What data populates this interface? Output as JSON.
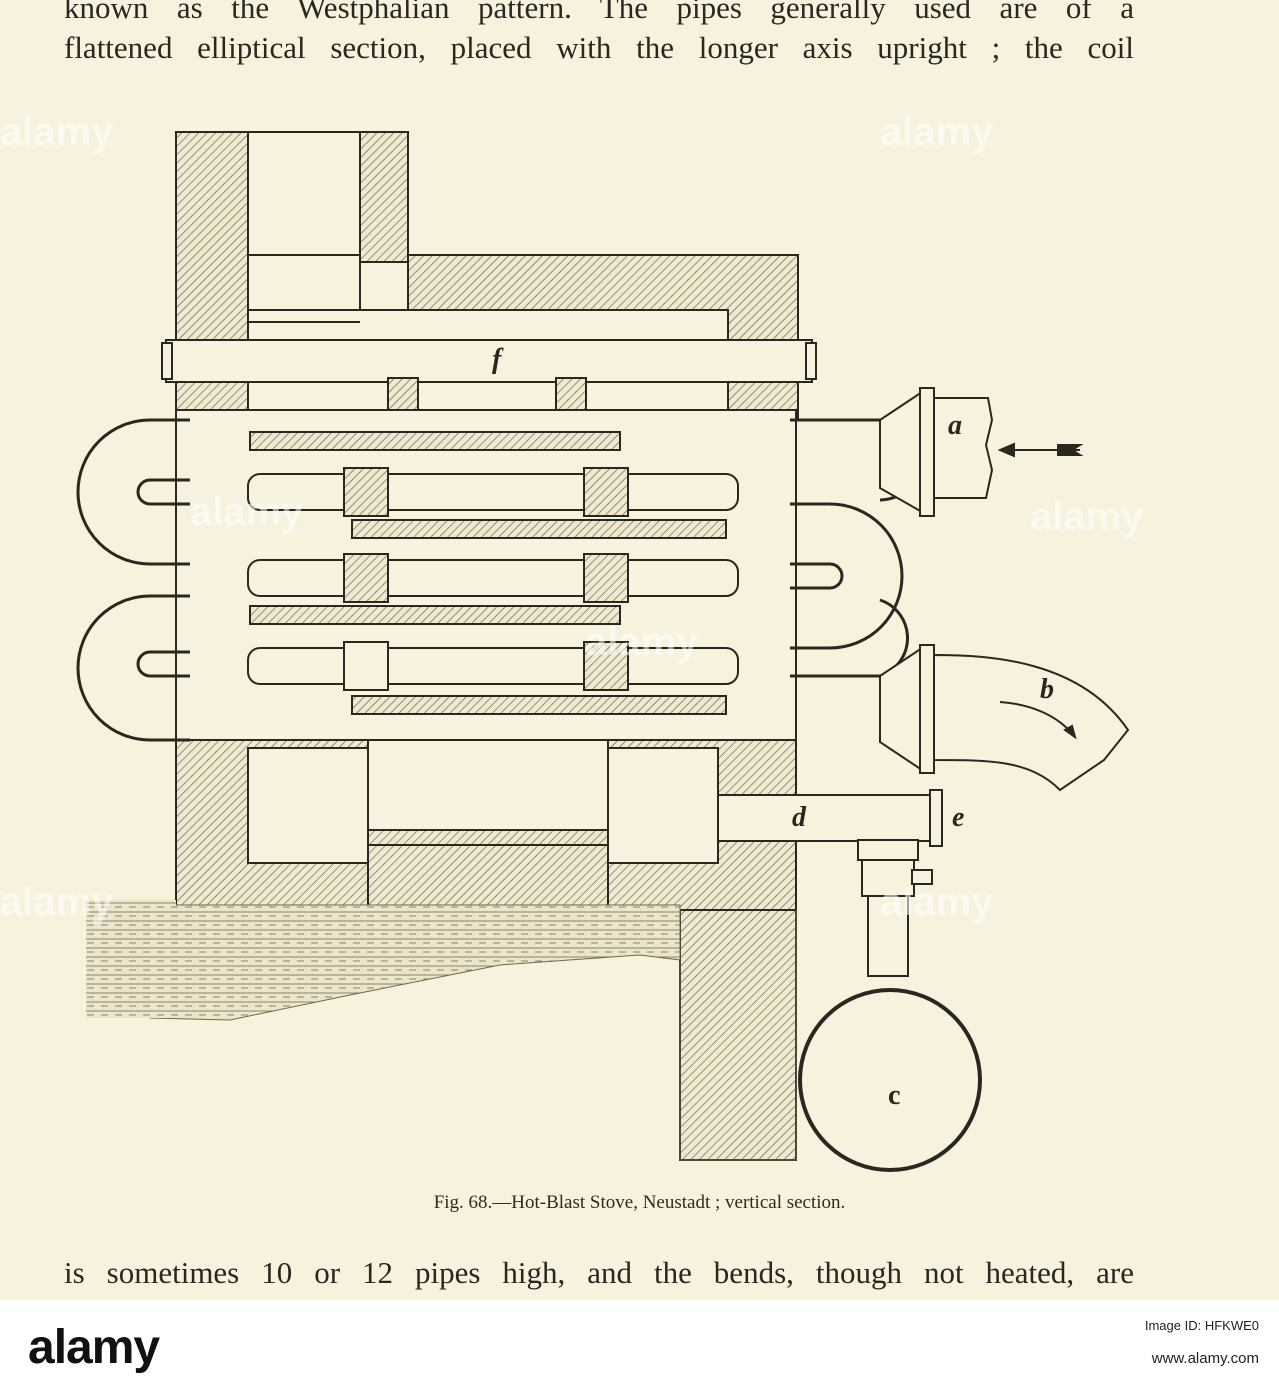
{
  "text": {
    "line1": "known as the Westphalian pattern.  The pipes generally used are of a",
    "line2": "flattened elliptical section, placed with the longer axis upright ; the coil",
    "line3": "is sometimes 10 or 12 pipes high, and the bends, though not heated, are"
  },
  "figure": {
    "caption": "Fig. 68.—Hot-Blast Stove, Neustadt ; vertical section.",
    "labels": {
      "a": "a",
      "b": "b",
      "c": "c",
      "d": "d",
      "e": "e",
      "f": "f"
    }
  },
  "watermark": "alamy",
  "footer": {
    "logo": "alamy",
    "image_id_label": "Image ID: HFKWE0",
    "url": "www.alamy.com"
  },
  "colors": {
    "paper": "#f7f2dd",
    "ink": "#2a2620",
    "footer_bg": "#ffffff"
  }
}
